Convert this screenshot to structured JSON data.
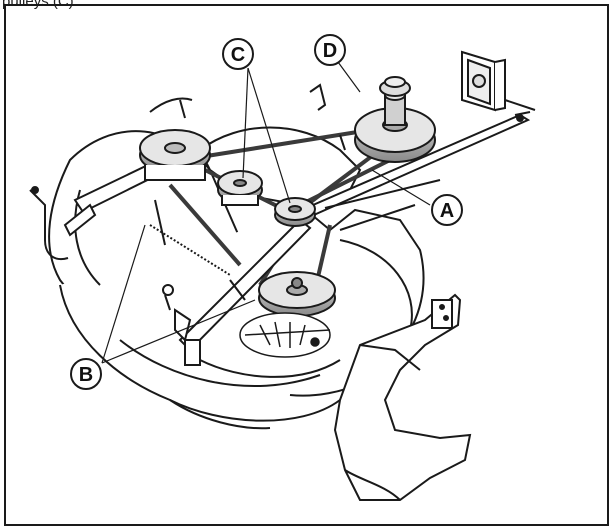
{
  "caption_fragment": "pulleys (C).",
  "callouts": {
    "a": "A",
    "b": "B",
    "c": "C",
    "d": "D"
  },
  "colors": {
    "stroke": "#1a1a1a",
    "deck_fill": "#ffffff",
    "pulley_fill": "#e6e6e6",
    "belt": "#3a3a3a"
  }
}
